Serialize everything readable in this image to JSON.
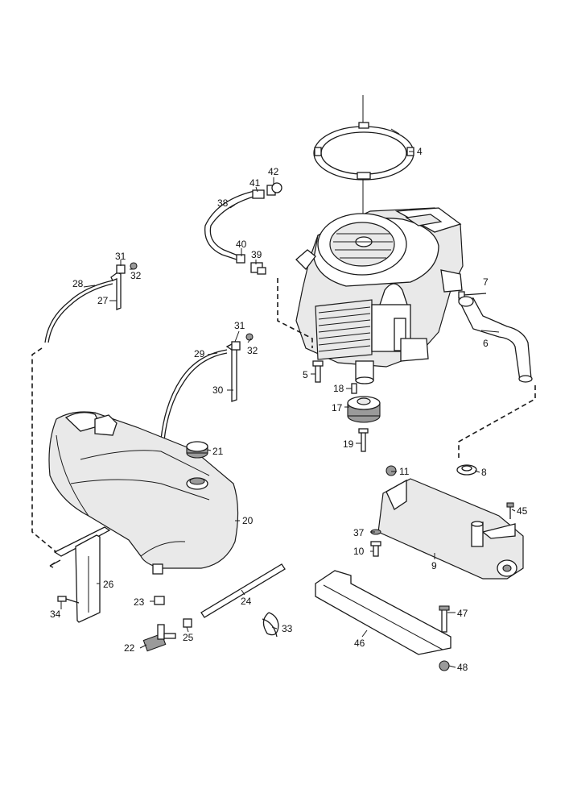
{
  "diagram": {
    "callouts": [
      {
        "id": "c4",
        "text": "4"
      },
      {
        "id": "c42",
        "text": "42"
      },
      {
        "id": "c41",
        "text": "41"
      },
      {
        "id": "c38",
        "text": "38"
      },
      {
        "id": "c40",
        "text": "40"
      },
      {
        "id": "c39",
        "text": "39"
      },
      {
        "id": "c31a",
        "text": "31"
      },
      {
        "id": "c32a",
        "text": "32"
      },
      {
        "id": "c28",
        "text": "28"
      },
      {
        "id": "c27",
        "text": "27"
      },
      {
        "id": "c7",
        "text": "7"
      },
      {
        "id": "c6",
        "text": "6"
      },
      {
        "id": "c31b",
        "text": "31"
      },
      {
        "id": "c32b",
        "text": "32"
      },
      {
        "id": "c29",
        "text": "29"
      },
      {
        "id": "c30",
        "text": "30"
      },
      {
        "id": "c5",
        "text": "5"
      },
      {
        "id": "c18",
        "text": "18"
      },
      {
        "id": "c17",
        "text": "17"
      },
      {
        "id": "c19",
        "text": "19"
      },
      {
        "id": "c21",
        "text": "21"
      },
      {
        "id": "c8",
        "text": "8"
      },
      {
        "id": "c11",
        "text": "11"
      },
      {
        "id": "c45",
        "text": "45"
      },
      {
        "id": "c20",
        "text": "20"
      },
      {
        "id": "c37",
        "text": "37"
      },
      {
        "id": "c10",
        "text": "10"
      },
      {
        "id": "c9",
        "text": "9"
      },
      {
        "id": "c26",
        "text": "26"
      },
      {
        "id": "c24",
        "text": "24"
      },
      {
        "id": "c23",
        "text": "23"
      },
      {
        "id": "c34",
        "text": "34"
      },
      {
        "id": "c47",
        "text": "47"
      },
      {
        "id": "c33",
        "text": "33"
      },
      {
        "id": "c25",
        "text": "25"
      },
      {
        "id": "c22",
        "text": "22"
      },
      {
        "id": "c46",
        "text": "46"
      },
      {
        "id": "c48",
        "text": "48"
      }
    ]
  }
}
